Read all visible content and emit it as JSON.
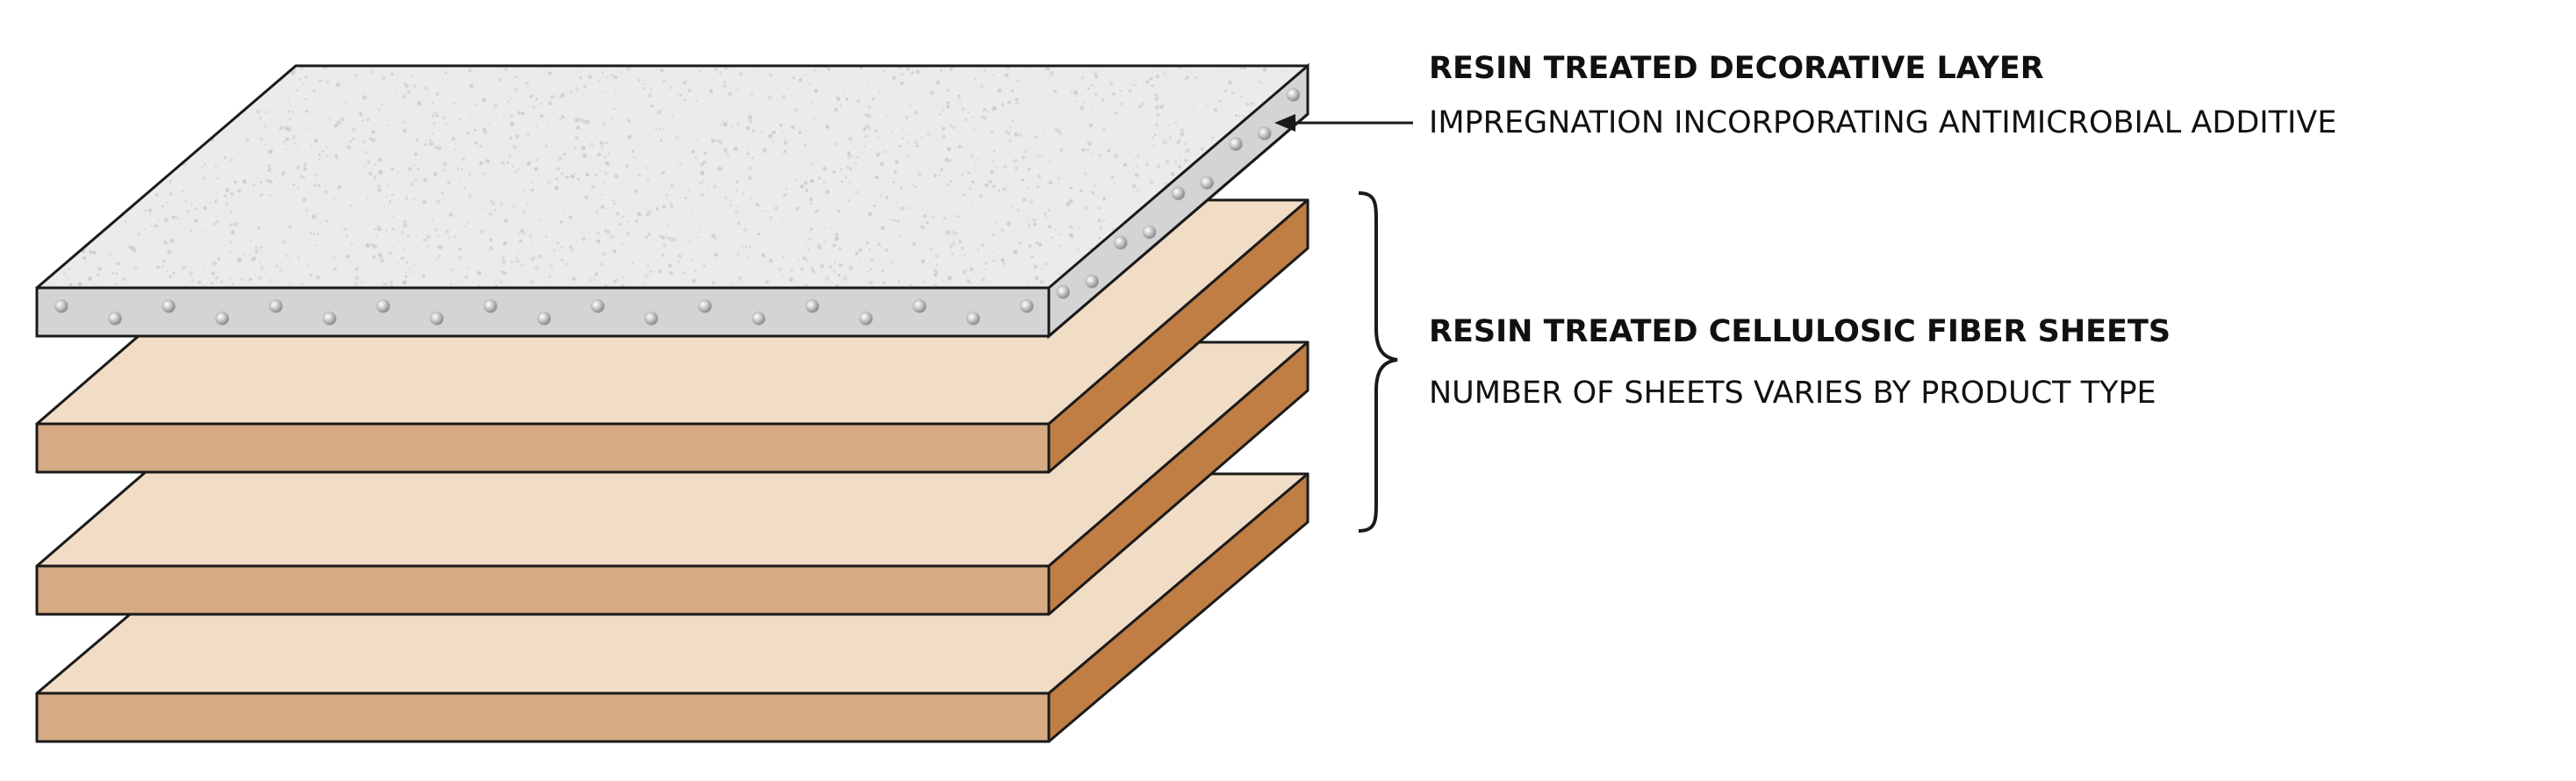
{
  "decorative_layer": {
    "title": "RESIN TREATED DECORATIVE LAYER",
    "subtitle": "IMPREGNATION INCORPORATING ANTIMICROBIAL ADDITIVE",
    "top_color": "#ebebeb",
    "edge_color": "#d4d4d4",
    "speckle_color": "#c8c8c8",
    "bead_color": "#b5b5b5"
  },
  "fiber_sheets": {
    "title": "RESIN TREATED CELLULOSIC FIBER SHEETS",
    "subtitle": "NUMBER OF SHEETS VARIES BY PRODUCT TYPE",
    "count": 3,
    "top_color": "#f1dcc5",
    "front_color": "#d6ab84",
    "side_color": "#c07e45"
  },
  "outline_color": "#1a1a1a"
}
